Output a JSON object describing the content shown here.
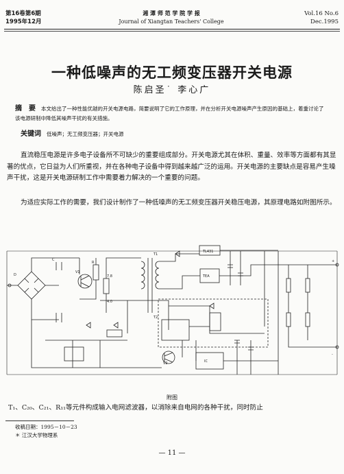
{
  "header": {
    "issue_cn_line1": "第16卷第6期",
    "issue_cn_line2": "1995年12月",
    "journal_cn": "湘 潭 师 范 学 院 学 报",
    "journal_en": "Journal of Xiangtan Teachers' College",
    "issue_en_line1": "Vol.16 No.6",
    "issue_en_line2": "Dec.1995"
  },
  "title": "一种低噪声的无工频变压器开关电源",
  "authors": "陈启圣˙  李心广",
  "abstract": {
    "label": "摘　要",
    "text": "本文给出了一种性能优越的开关电源电路，简要说明了它的工作原理，并在分析开关电源噪声产生原因的基础上，着重讨论了该电源研制中降低其噪声干扰的有关措施。"
  },
  "keywords": {
    "label": "关键词",
    "text": "低噪声；无工频变压器；开关电源"
  },
  "body": {
    "para1": "直流稳压电源是许多电子设备所不可缺少的重要组成部分。开关电源尤其在体积、重量、效率等方面都有其显著的优点，它日益为人们所重视，并在各种电子设备中得到越来越广泛的运用。开关电源的主要缺点是容易产生噪声干扰，这是开关电源研制工作中需要着力解决的一个重要的问题。",
    "para2": "为适应实际工作的需要，我们设计制作了一种低噪声的无工频变压器开关稳压电源，其原理电路如附图所示。",
    "para3": "T₁、C₂₀、C₂₁、R₁₁等元件构成输入电网滤波器，以消除来自电网的各种干扰，同时防止"
  },
  "figure": {
    "caption": "附图",
    "labels": [
      "TL431",
      "TEA",
      "V1",
      "V2",
      "7.8",
      "4.0",
      "R",
      "C",
      "D",
      "T1",
      "T2",
      "IC",
      "+",
      "-"
    ]
  },
  "footnotes": {
    "received": "收稿日期：1995－10－23",
    "affiliation": "＊ 江汉大学物理系"
  },
  "page_number": "— 11 —"
}
